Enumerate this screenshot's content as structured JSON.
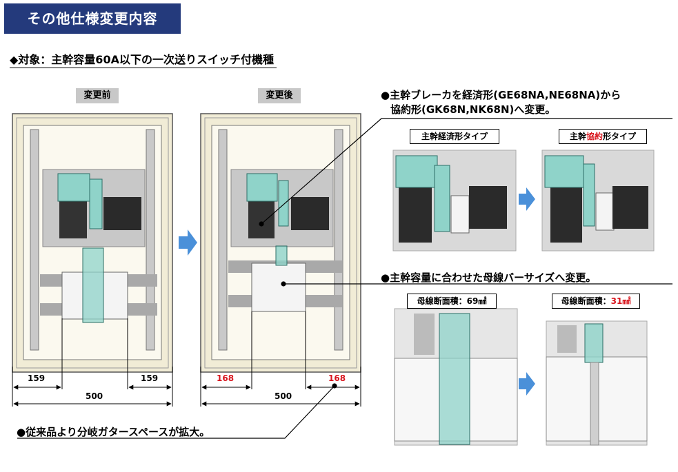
{
  "title": "その他仕様変更内容",
  "target": "◆対象：主幹容量60A以下の一次送りスイッチ付機種",
  "before_label": "変更前",
  "after_label": "変更後",
  "note1_line1": "●主幹ブレーカを経済形(GE68NA,NE68NA)から",
  "note1_line2": "協約形(GK68N,NK68N)へ変更。",
  "type_econ": "主幹経済形タイプ",
  "type_kyo_a": "主幹",
  "type_kyo_b": "協約",
  "type_kyo_c": "形タイプ",
  "note2": "●主幹容量に合わせた母線バーサイズへ変更。",
  "bus_area_before_label": "母線断面積：",
  "bus_area_before_value": "69㎟",
  "bus_area_after_label": "母線断面積：",
  "bus_area_after_value": "31㎟",
  "note3": "●従来品より分岐ガタースペースが拡大。",
  "dims_before": {
    "left": "159",
    "right": "159",
    "total": "500"
  },
  "dims_after": {
    "left": "168",
    "right": "168",
    "total": "500"
  },
  "colors": {
    "banner": "#243a7c",
    "highlight": "#d8141c",
    "bus_bar": "#8fd3c9"
  }
}
